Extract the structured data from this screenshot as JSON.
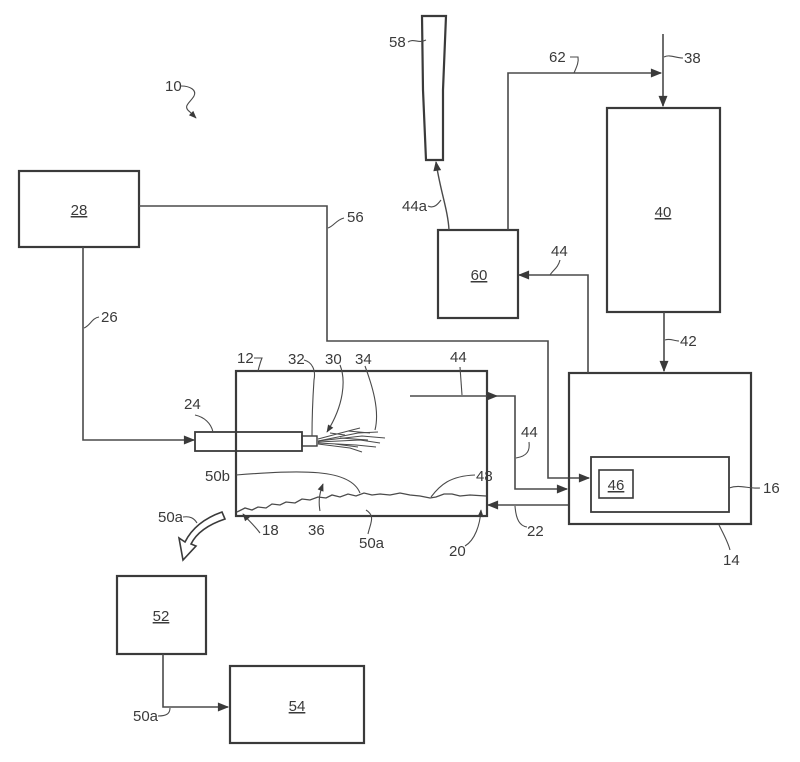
{
  "figure": {
    "system_ref": "10",
    "components": {
      "box_28": "28",
      "box_40": "40",
      "box_60": "60",
      "box_46": "46",
      "box_52": "52",
      "box_54": "54"
    },
    "labels": {
      "chamber": "12",
      "unit": "14",
      "inner_unit": "16",
      "bottom_left": "18",
      "bottom_right": "20",
      "return_line": "22",
      "nozzle": "24",
      "feed_line": "26",
      "spray": "30",
      "tip": "32",
      "spray_plume": "34",
      "deposit": "36",
      "input_line": "38",
      "line_42": "42",
      "gas_top": "44",
      "gas_right": "44",
      "gas_to_60": "44",
      "exhaust": "44a",
      "surface": "48",
      "solid_bottom": "50a",
      "solid_arrow": "50a",
      "solid_to_54": "50a",
      "upper_layer": "50b",
      "control_line": "56",
      "stack": "58",
      "recycle_line": "62"
    }
  }
}
